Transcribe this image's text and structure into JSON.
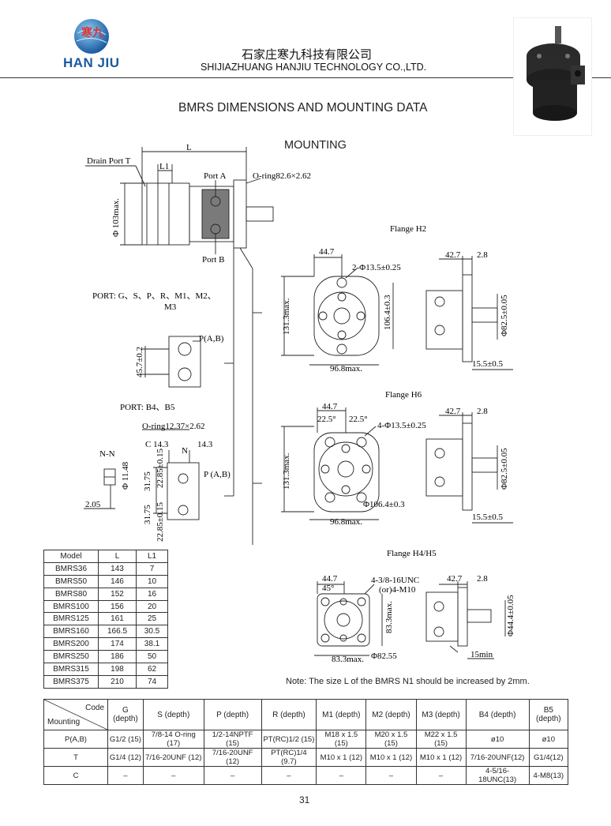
{
  "header": {
    "logo_text": "HAN JIU",
    "company_cn": "石家庄寒九科技有限公司",
    "company_en": "SHIJIAZHUANG HANJIU TECHNOLOGY CO.,LTD.",
    "logo_glyph": "寒九"
  },
  "title": "BMRS DIMENSIONS AND  MOUNTING DATA",
  "subtitle": "MOUNTING",
  "drawing": {
    "drain_port": "Drain Port T",
    "L": "L",
    "L1": "L1",
    "port_a": "Port A",
    "port_b": "Port B",
    "oring_main": "O-ring82.6×2.62",
    "dia_103": "Φ 103max.",
    "port_list_1": "PORT: G、S、P、R、M1、M2、",
    "port_list_2": "M3",
    "p_ab_small": "P(A,B)",
    "dim_45_7": "45.7±0.2",
    "port_b4b5": "PORT:  B4、B5",
    "oring_small": "O-ring12.37×2.62",
    "nn": "N-N",
    "c14_3": "C 14.3",
    "n14_3": "14.3",
    "p_ab_big": "P (A,B)",
    "dia_11_48": "Φ 11.48",
    "dim_2_05": "2.05",
    "dim_31_75a": "31.75",
    "dim_31_75b": "31.75",
    "dim_22_85a": "22.85±0.15",
    "dim_22_85b": "22.85±0.15",
    "n_letter": "N",
    "flange_h2": "Flange  H2",
    "h2_44_7": "44.7",
    "h2_holes": "2-Φ13.5±0.25",
    "h2_131_3": "131.3max.",
    "h2_106_4": "106.4±0.3",
    "h2_96_8": "96.8max.",
    "h2_42_7": "42.7",
    "h2_2_8": "2.8",
    "h2_82_5": "Φ82.5±0.05",
    "h2_15_5": "15.5±0.5",
    "flange_h6": "Flange  H6",
    "h6_44_7": "44.7",
    "h6_22_5a": "22.5°",
    "h6_22_5b": "22.5°",
    "h6_holes": "4-Φ13.5±0.25",
    "h6_131_3": "131.3max.",
    "h6_106_4": "Φ106.4±0.3",
    "h6_96_8": "96.8max.",
    "h6_42_7": "42.7",
    "h6_2_8": "2.8",
    "h6_82_5": "Φ82.5±0.05",
    "h6_15_5": "15.5±0.5",
    "flange_h4h5": "Flange  H4/H5",
    "h4_44_7": "44.7",
    "h4_45": "45°",
    "h4_thread1": "4-3/8-16UNC",
    "h4_thread2": "(or)4-M10",
    "h4_83_3v": "83.3max.",
    "h4_83_3h": "83.3max.",
    "h4_82_55": "Φ82.55",
    "h4_42_7": "42.7",
    "h4_2_8": "2.8",
    "h4_44_4": "Φ44.4±0.05",
    "h4_15min": "15min"
  },
  "models_table": {
    "headers": [
      "Model",
      "L",
      "L1"
    ],
    "rows": [
      [
        "BMRS36",
        "143",
        "7"
      ],
      [
        "BMRS50",
        "146",
        "10"
      ],
      [
        "BMRS80",
        "152",
        "16"
      ],
      [
        "BMRS100",
        "156",
        "20"
      ],
      [
        "BMRS125",
        "161",
        "25"
      ],
      [
        "BMRS160",
        "166.5",
        "30.5"
      ],
      [
        "BMRS200",
        "174",
        "38.1"
      ],
      [
        "BMRS250",
        "186",
        "50"
      ],
      [
        "BMRS315",
        "198",
        "62"
      ],
      [
        "BMRS375",
        "210",
        "74"
      ]
    ]
  },
  "note": "Note: The size L of the BMRS N1 should be increased by 2mm.",
  "codes_table": {
    "corner_code": "Code",
    "corner_mounting": "Mounting",
    "headers": [
      "G (depth)",
      "S (depth)",
      "P (depth)",
      "R (depth)",
      "M1 (depth)",
      "M2 (depth)",
      "M3 (depth)",
      "B4 (depth)",
      "B5 (depth)"
    ],
    "rows": [
      [
        "P(A,B)",
        "G1/2  (15)",
        "7/8-14  O-ring (17)",
        "1/2-14NPTF (15)",
        "PT(RC)1/2 (15)",
        "M18 x 1.5 (15)",
        "M20 x 1.5 (15)",
        "M22 x 1.5 (15)",
        "ø10",
        "ø10"
      ],
      [
        "T",
        "G1/4  (12)",
        "7/16-20UNF  (12)",
        "7/16-20UNF (12)",
        "PT(RC)1/4  (9.7)",
        "M10 x 1    (12)",
        "M10 x 1    (12)",
        "M10 x 1    (12)",
        "7/16-20UNF(12)",
        "G1/4(12)"
      ],
      [
        "C",
        "–",
        "–",
        "–",
        "–",
        "–",
        "–",
        "–",
        "4-5/16-18UNC(13)",
        "4-M8(13)"
      ]
    ]
  },
  "page_number": "31"
}
